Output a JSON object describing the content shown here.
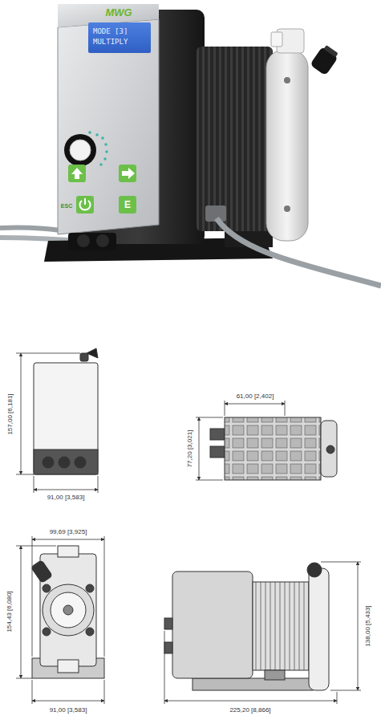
{
  "diagram": {
    "nodes": [
      {
        "text": [
          "MODE [3]",
          "MULTIPLY"
        ]
      },
      {
        "text": [
          "E"
        ]
      }
    ],
    "labels": [
      "MWG",
      "ESC",
      "157,00 [6,181]",
      "91,00 [3,583]",
      "61,00 [2,402]",
      "77,20 [3,021]",
      "99,69 [3,925]",
      "154,43 [6,080]",
      "91,00 [3,583]",
      "138,00 [5,433]",
      "225,20 [8,866]"
    ]
  }
}
